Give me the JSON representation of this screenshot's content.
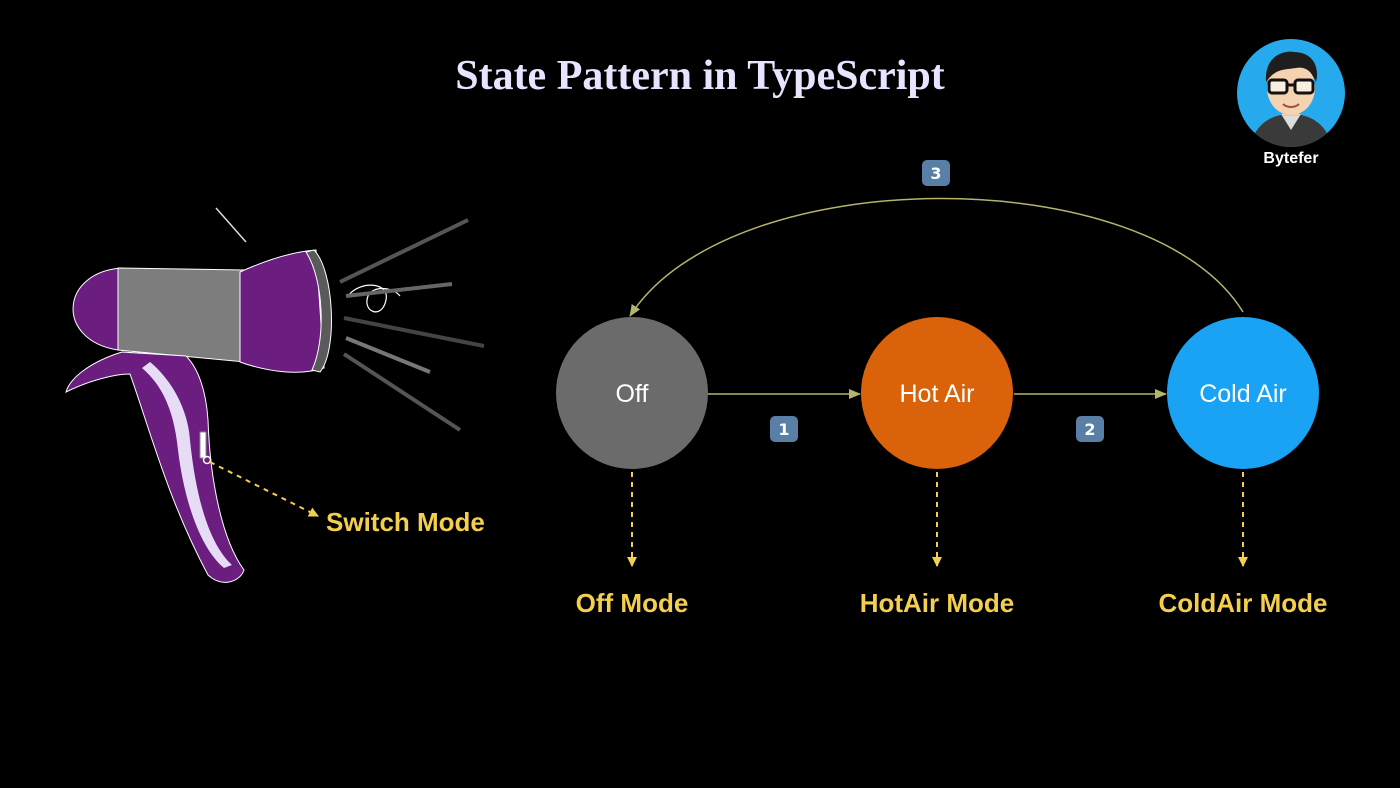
{
  "title": "State Pattern in TypeScript",
  "author": {
    "name": "Bytefer",
    "icon": "avatar-icon"
  },
  "device": {
    "icon": "hair-dryer-icon",
    "switch_label": "Switch Mode"
  },
  "states": [
    {
      "id": "off",
      "label": "Off",
      "mode": "Off Mode",
      "color": "#6b6b6b"
    },
    {
      "id": "hot",
      "label": "Hot Air",
      "mode": "HotAir Mode",
      "color": "#d9620b"
    },
    {
      "id": "cold",
      "label": "Cold Air",
      "mode": "ColdAir Mode",
      "color": "#1aa3f5"
    }
  ],
  "transitions": [
    {
      "from": "off",
      "to": "hot",
      "step": "1"
    },
    {
      "from": "hot",
      "to": "cold",
      "step": "2"
    },
    {
      "from": "cold",
      "to": "off",
      "step": "3"
    }
  ],
  "colors": {
    "arrow": "#b5b36c",
    "dashed": "#f4cf4e",
    "badge": "#5a7fa6",
    "purple": "#6c1d80"
  }
}
